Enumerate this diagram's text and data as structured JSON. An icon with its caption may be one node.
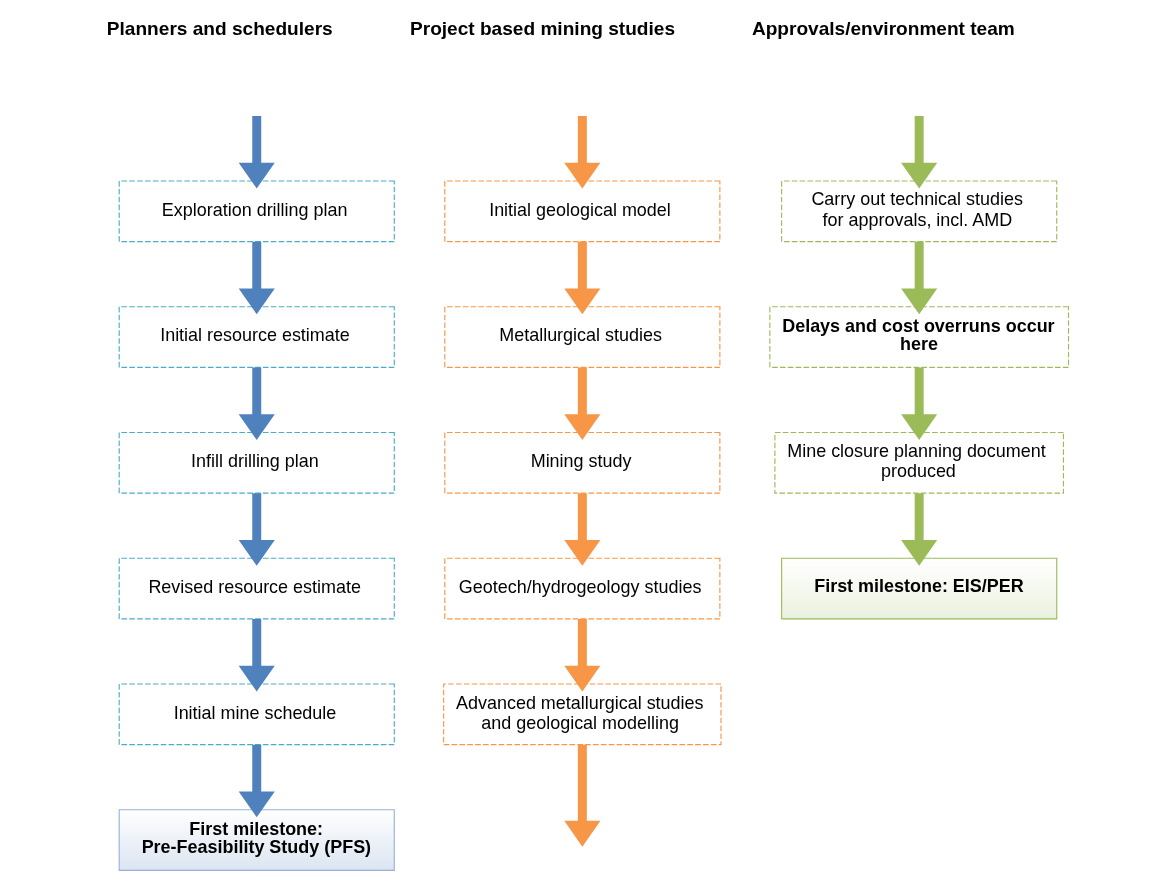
{
  "diagram": {
    "nodes": [
      {
        "text": [
          "Exploration drilling plan"
        ]
      },
      {
        "text": [
          "Initial resource estimate"
        ]
      },
      {
        "text": [
          "Infill drilling plan"
        ]
      },
      {
        "text": [
          "Revised resource estimate"
        ]
      },
      {
        "text": [
          "Initial mine schedule"
        ]
      },
      {
        "text": [
          "First milestone: Pre-Feasibility Study (PFS)"
        ]
      },
      {
        "text": [
          "Initial geological model"
        ]
      },
      {
        "text": [
          "Metallurgical studies"
        ]
      },
      {
        "text": [
          "Mining study"
        ]
      },
      {
        "text": [
          "Geotech/hydrogeology studies"
        ]
      },
      {
        "text": [
          "Advanced metallurgical studies and geological modelling"
        ]
      },
      {
        "text": [
          "Carry out technical studies for approvals, incl. AMD"
        ]
      },
      {
        "text": [
          "Delays and cost overruns occur here"
        ]
      },
      {
        "text": [
          "Mine closure planning document produced"
        ]
      },
      {
        "text": [
          "First milestone: EIS/PER"
        ]
      }
    ],
    "edges": [
      {
        "from": null,
        "to": 0,
        "arrow": "to",
        "color": "#4f81bd"
      },
      {
        "from": 0,
        "to": 1,
        "arrow": "to",
        "color": "#4f81bd"
      },
      {
        "from": 1,
        "to": 2,
        "arrow": "to",
        "color": "#4f81bd"
      },
      {
        "from": 2,
        "to": 3,
        "arrow": "to",
        "color": "#4f81bd"
      },
      {
        "from": 3,
        "to": 4,
        "arrow": "to",
        "color": "#4f81bd"
      },
      {
        "from": 4,
        "to": 5,
        "arrow": "to",
        "color": "#4f81bd"
      },
      {
        "from": null,
        "to": 6,
        "arrow": "to",
        "color": "#f79646"
      },
      {
        "from": 6,
        "to": 7,
        "arrow": "to",
        "color": "#f79646"
      },
      {
        "from": 7,
        "to": 8,
        "arrow": "to",
        "color": "#f79646"
      },
      {
        "from": 8,
        "to": 9,
        "arrow": "to",
        "color": "#f79646"
      },
      {
        "from": 9,
        "to": 10,
        "arrow": "to",
        "color": "#f79646"
      },
      {
        "from": 10,
        "to": null,
        "arrow": "to",
        "color": "#f79646"
      },
      {
        "from": null,
        "to": 11,
        "arrow": "to",
        "color": "#9bbb59"
      },
      {
        "from": 11,
        "to": 12,
        "arrow": "to",
        "color": "#9bbb59"
      },
      {
        "from": 12,
        "to": 13,
        "arrow": "to",
        "color": "#9bbb59"
      },
      {
        "from": 13,
        "to": 14,
        "arrow": "to",
        "color": "#9bbb59"
      }
    ],
    "labels": [
      "Planners and schedulers",
      "Project based mining studies",
      "Approvals/environment team"
    ]
  }
}
